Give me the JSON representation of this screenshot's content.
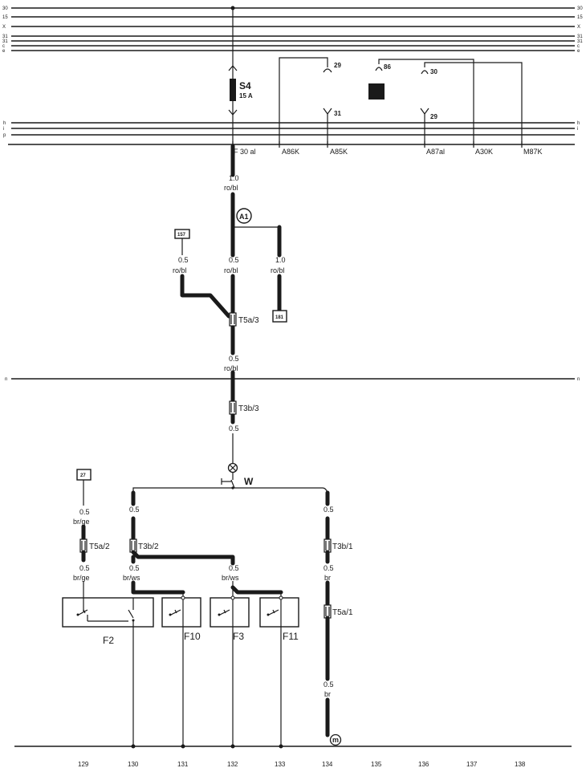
{
  "buses": {
    "top": [
      "30",
      "15",
      "X",
      "31",
      "31",
      "c",
      "e"
    ],
    "top_right": [
      "30",
      "15",
      "X",
      "31",
      "31",
      "c",
      "e"
    ],
    "mid_left": [
      "h",
      "i",
      "p"
    ],
    "mid_right": [
      "h",
      "i"
    ],
    "lower": "n",
    "lower_right": "n"
  },
  "fuse": {
    "name": "S4",
    "rating": "15 A"
  },
  "relay": {
    "pins": [
      "29",
      "86",
      "30",
      "31",
      "29"
    ]
  },
  "connectors": [
    "F 30 al",
    "A86K",
    "A85K",
    "A87al",
    "A30K",
    "M87K"
  ],
  "wires": {
    "w1": {
      "size": "1.0",
      "color": "ro/bl"
    },
    "w2": {
      "size": "0.5",
      "color": "ro/bl"
    },
    "w3": {
      "size": "0.5",
      "color": "ro/bl"
    },
    "w4": {
      "size": "1.0",
      "color": "ro/bl"
    },
    "w5": {
      "size": "0.5",
      "color": "ro/bl"
    },
    "w6": {
      "size": "0.5"
    },
    "w7": {
      "size": "0.5",
      "color": "br/ge"
    },
    "w8": {
      "size": "0.5"
    },
    "w9": {
      "size": "0.5"
    },
    "w10": {
      "size": "0.5",
      "color": "br/ge"
    },
    "w11": {
      "size": "0.5",
      "color": "br/ws"
    },
    "w12": {
      "size": "0.5",
      "color": "br/ws"
    },
    "w13": {
      "size": "0.5",
      "color": "br"
    },
    "w14": {
      "size": "0.5",
      "color": "br"
    }
  },
  "refs": {
    "r157": "157",
    "r181": "181",
    "r27": "27"
  },
  "junction": "A1",
  "plugs": {
    "t5a3": "T5a/3",
    "t3b3": "T3b/3",
    "t5a2": "T5a/2",
    "t3b2": "T3b/2",
    "t3b1": "T3b/1",
    "t5a1": "T5a/1"
  },
  "switch_label": "W",
  "switches": {
    "f2": "F2",
    "f10": "F10",
    "f3": "F3",
    "f11": "F11"
  },
  "ground": "m",
  "tracks": [
    "129",
    "130",
    "131",
    "132",
    "133",
    "134",
    "135",
    "136",
    "137",
    "138"
  ]
}
